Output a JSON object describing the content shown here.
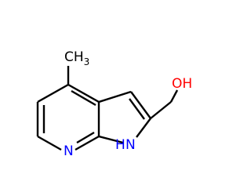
{
  "molecule": {
    "atoms": {
      "methyl": {
        "symbol": "CH",
        "subscript": "3"
      },
      "hydroxyl": {
        "symbol": "OH"
      },
      "pyridine_n": {
        "symbol": "N"
      },
      "pyrrole_nh": {
        "symbol": "N",
        "h": "H"
      }
    }
  },
  "colors": {
    "bond": "#000000",
    "carbon": "#000000",
    "nitrogen": "#0000ff",
    "oxygen": "#ff0000"
  }
}
